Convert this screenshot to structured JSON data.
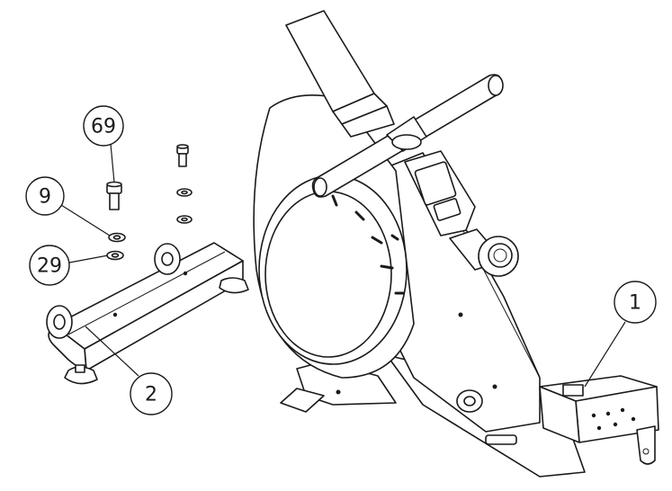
{
  "callouts": [
    {
      "id": "part-69",
      "label": "69"
    },
    {
      "id": "part-9",
      "label": "9"
    },
    {
      "id": "part-29",
      "label": "29"
    },
    {
      "id": "part-2",
      "label": "2"
    },
    {
      "id": "part-1",
      "label": "1"
    }
  ]
}
